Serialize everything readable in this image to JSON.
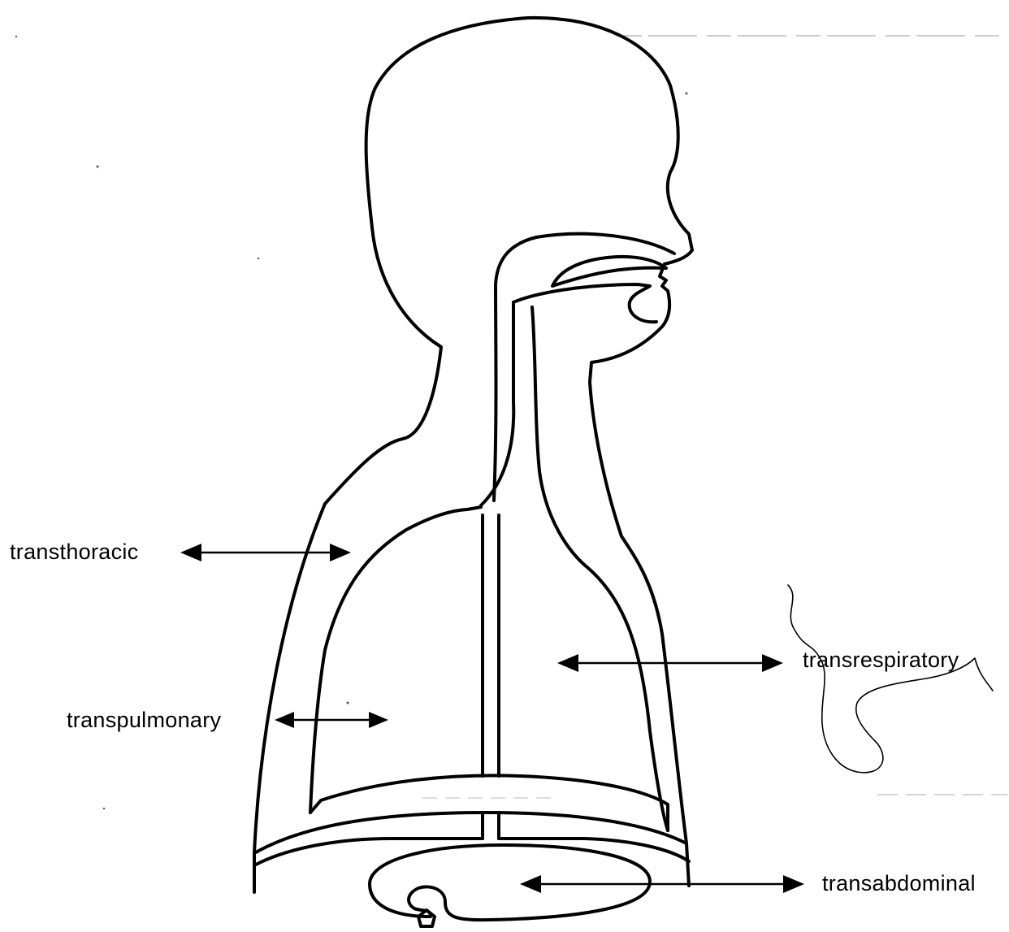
{
  "labels": {
    "transthoracic": "transthoracic",
    "transpulmonary": "transpulmonary",
    "transrespiratory": "transrespiratory",
    "transabdominal": "transabdominal"
  },
  "colors": {
    "line": "#000000",
    "background": "#ffffff"
  }
}
